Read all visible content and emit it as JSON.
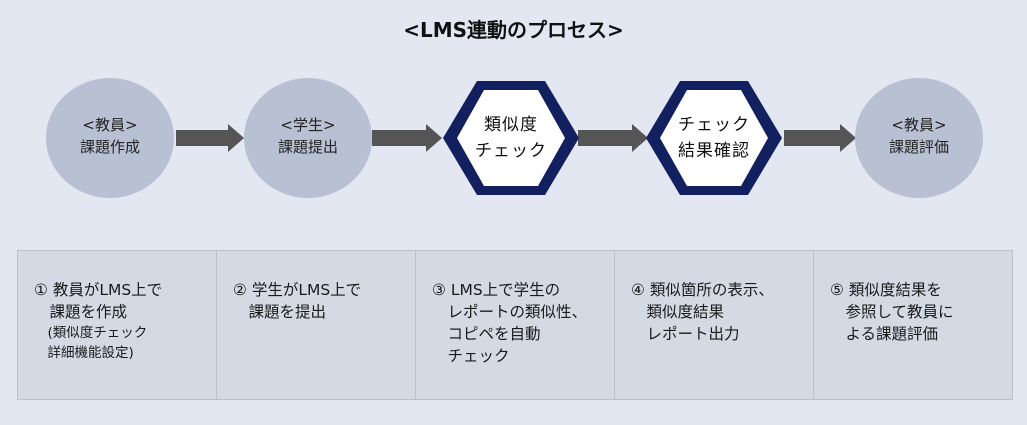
{
  "title": "<LMS連動のプロセス>",
  "colors": {
    "background": "#e3e7f1",
    "circle": "#b8c0d3",
    "hex_border": "#13205f",
    "hex_fill": "#ffffff",
    "arrow": "#555555",
    "panel": "#d4d9e4"
  },
  "flow": [
    {
      "shape": "circle",
      "icon": "",
      "line1": "<教員>",
      "line2": "課題作成"
    },
    {
      "shape": "circle",
      "icon": "",
      "line1": "<学生>",
      "line2": "課題提出"
    },
    {
      "shape": "hexagon",
      "icon": "",
      "line1": "類似度",
      "line2": "チェック"
    },
    {
      "shape": "hexagon",
      "icon": "",
      "line1": "チェック",
      "line2": "結果確認"
    },
    {
      "shape": "circle",
      "icon": "",
      "line1": "<教員>",
      "line2": "課題評価"
    }
  ],
  "steps": [
    {
      "lines": [
        "① 教員がLMS上で",
        "　課題を作成"
      ],
      "sub": [
        "　(類似度チェック",
        "　詳細機能設定)"
      ]
    },
    {
      "lines": [
        "② 学生がLMS上で",
        "　課題を提出"
      ],
      "sub": []
    },
    {
      "lines": [
        "③ LMS上で学生の",
        "　レポートの類似性、",
        "　コピペを自動",
        "　チェック"
      ],
      "sub": []
    },
    {
      "lines": [
        "④ 類似箇所の表示、",
        "　類似度結果",
        "　レポート出力"
      ],
      "sub": []
    },
    {
      "lines": [
        "⑤ 類似度結果を",
        "　参照して教員に",
        "　よる課題評価"
      ],
      "sub": []
    }
  ]
}
